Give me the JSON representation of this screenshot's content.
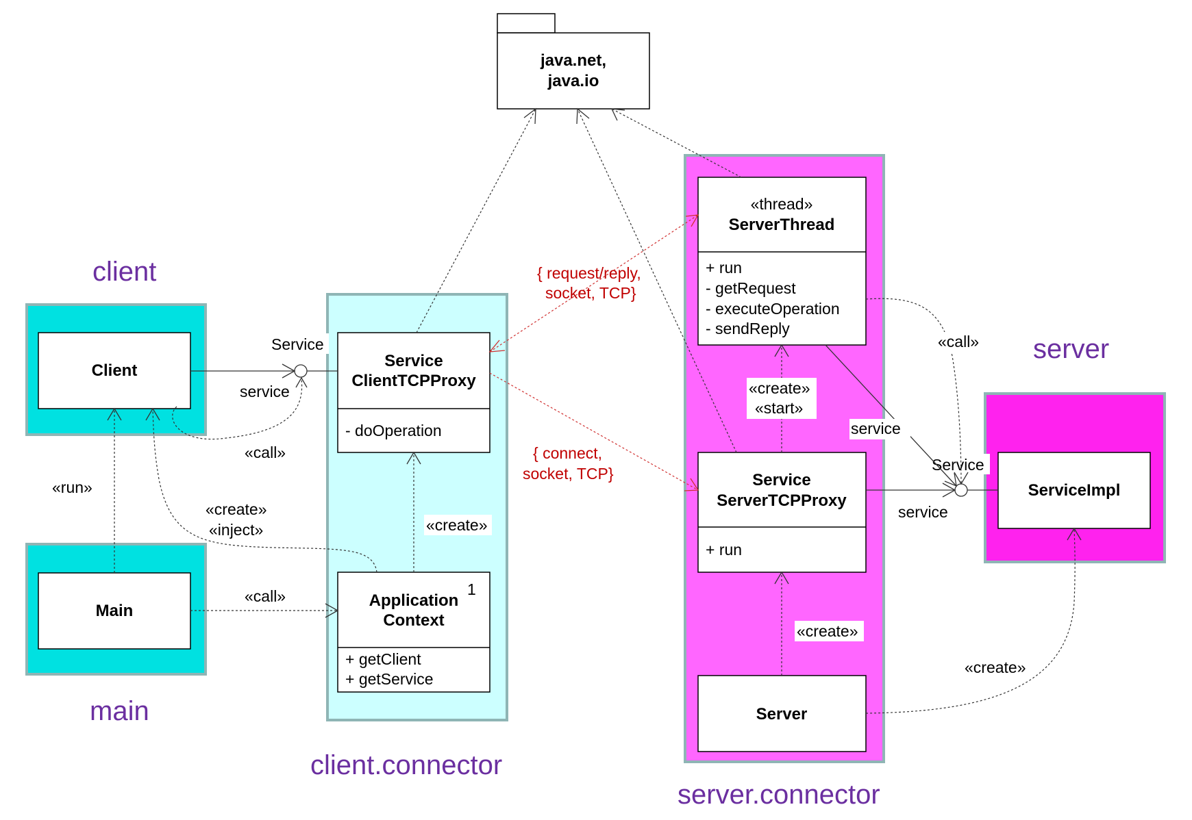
{
  "packages": {
    "client": "client",
    "main": "main",
    "client_connector": "client.connector",
    "server_connector": "server.connector",
    "server": "server"
  },
  "classes": {
    "java_net": [
      "java.net,",
      "java.io"
    ],
    "client": "Client",
    "main": "Main",
    "client_proxy": {
      "name": [
        "Service",
        "ClientTCPProxy"
      ],
      "members": [
        "- doOperation"
      ]
    },
    "app_context": {
      "name": [
        "Application",
        "Context"
      ],
      "multiplicity": "1",
      "members": [
        "+ getClient",
        "+ getService"
      ]
    },
    "server_thread": {
      "stereotype": "«thread»",
      "name": "ServerThread",
      "members": [
        "+ run",
        "- getRequest",
        "- executeOperation",
        "- sendReply"
      ]
    },
    "server_proxy": {
      "name": [
        "Service",
        "ServerTCPProxy"
      ],
      "members": [
        "+ run"
      ]
    },
    "server": "Server",
    "service_impl": "ServiceImpl"
  },
  "labels": {
    "service_iface_client": "Service",
    "service_use_client": "service",
    "call_client": "«call»",
    "run": "«run»",
    "create_inject": [
      "«create»",
      "«inject»"
    ],
    "call_main": "«call»",
    "create_client_proxy": "«create»",
    "request_reply": [
      "{ request/reply,",
      "socket, TCP}"
    ],
    "connect": [
      "{ connect,",
      "socket, TCP}"
    ],
    "create_start": [
      "«create»",
      "«start»"
    ],
    "create_server_proxy": "«create»",
    "call_server": "«call»",
    "service_use_thread": "service",
    "service_iface_server": "Service",
    "service_use_proxy": "service",
    "create_impl": "«create»"
  },
  "colors": {
    "client_pkg": "#00e1e1",
    "client_connector_pkg": "#ccffff",
    "server_connector_pkg": "#ff66ff",
    "server_pkg": "#ff22ee",
    "package_border": "#8fb5b5",
    "package_label": "#6b2fa0",
    "network_annotation": "#c00000"
  }
}
